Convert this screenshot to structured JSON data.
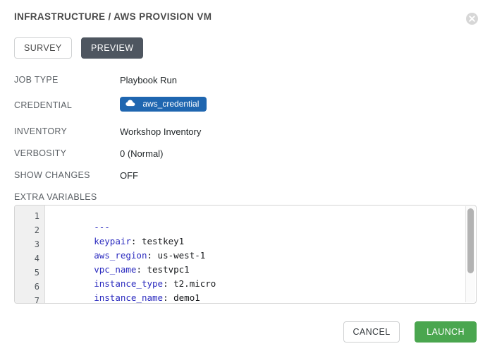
{
  "dialog": {
    "title": "INFRASTRUCTURE / AWS PROVISION VM",
    "close_icon": "close-circle-icon"
  },
  "tabs": [
    {
      "label": "SURVEY",
      "active": false
    },
    {
      "label": "PREVIEW",
      "active": true
    }
  ],
  "details": [
    {
      "label": "JOB TYPE",
      "value": "Playbook Run"
    },
    {
      "label": "CREDENTIAL",
      "value": "aws_credential",
      "badge": true,
      "badge_icon": "cloud-icon",
      "badge_color": "#1f66b0"
    },
    {
      "label": "INVENTORY",
      "value": "Workshop Inventory"
    },
    {
      "label": "VERBOSITY",
      "value": "0 (Normal)"
    },
    {
      "label": "SHOW CHANGES",
      "value": "OFF"
    }
  ],
  "extra_variables": {
    "label": "EXTRA VARIABLES",
    "line_numbers": [
      "1",
      "2",
      "3",
      "4",
      "5",
      "6",
      "7"
    ],
    "lines": [
      {
        "key": "",
        "punct": "",
        "value": "",
        "raw": "---"
      },
      {
        "key": "keypair",
        "punct": ":",
        "value": " testkey1"
      },
      {
        "key": "aws_region",
        "punct": ":",
        "value": " us-west-1"
      },
      {
        "key": "vpc_name",
        "punct": ":",
        "value": " testvpc1"
      },
      {
        "key": "instance_type",
        "punct": ":",
        "value": " t2.micro"
      },
      {
        "key": "instance_name",
        "punct": ":",
        "value": " demo1"
      }
    ]
  },
  "footer": {
    "cancel_label": "CANCEL",
    "launch_label": "LAUNCH",
    "launch_color": "#4aa64f"
  }
}
